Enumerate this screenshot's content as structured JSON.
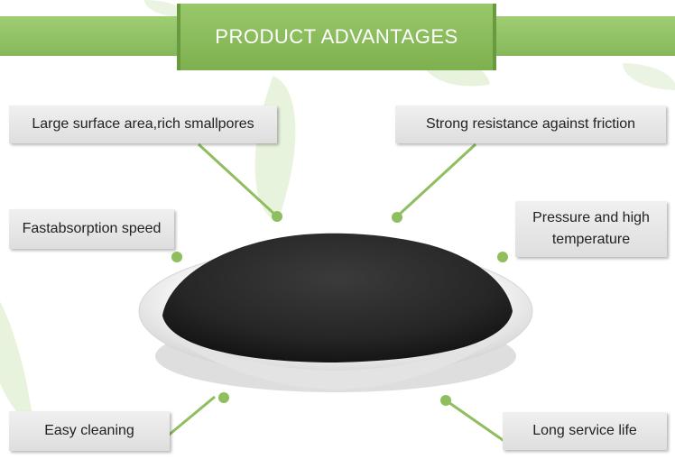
{
  "banner": {
    "title": "PRODUCT ADVANTAGES"
  },
  "features": {
    "surface_area": "Large surface area,rich smallpores",
    "friction": "Strong resistance against friction",
    "absorption": "Fastabsorption speed",
    "pressure": "Pressure and high temperature",
    "cleaning": "Easy cleaning",
    "service_life": "Long service life"
  },
  "colors": {
    "banner_green": "#8cbf5f",
    "connector_green": "#8fbe5e",
    "box_gray": "#e6e6e6"
  }
}
